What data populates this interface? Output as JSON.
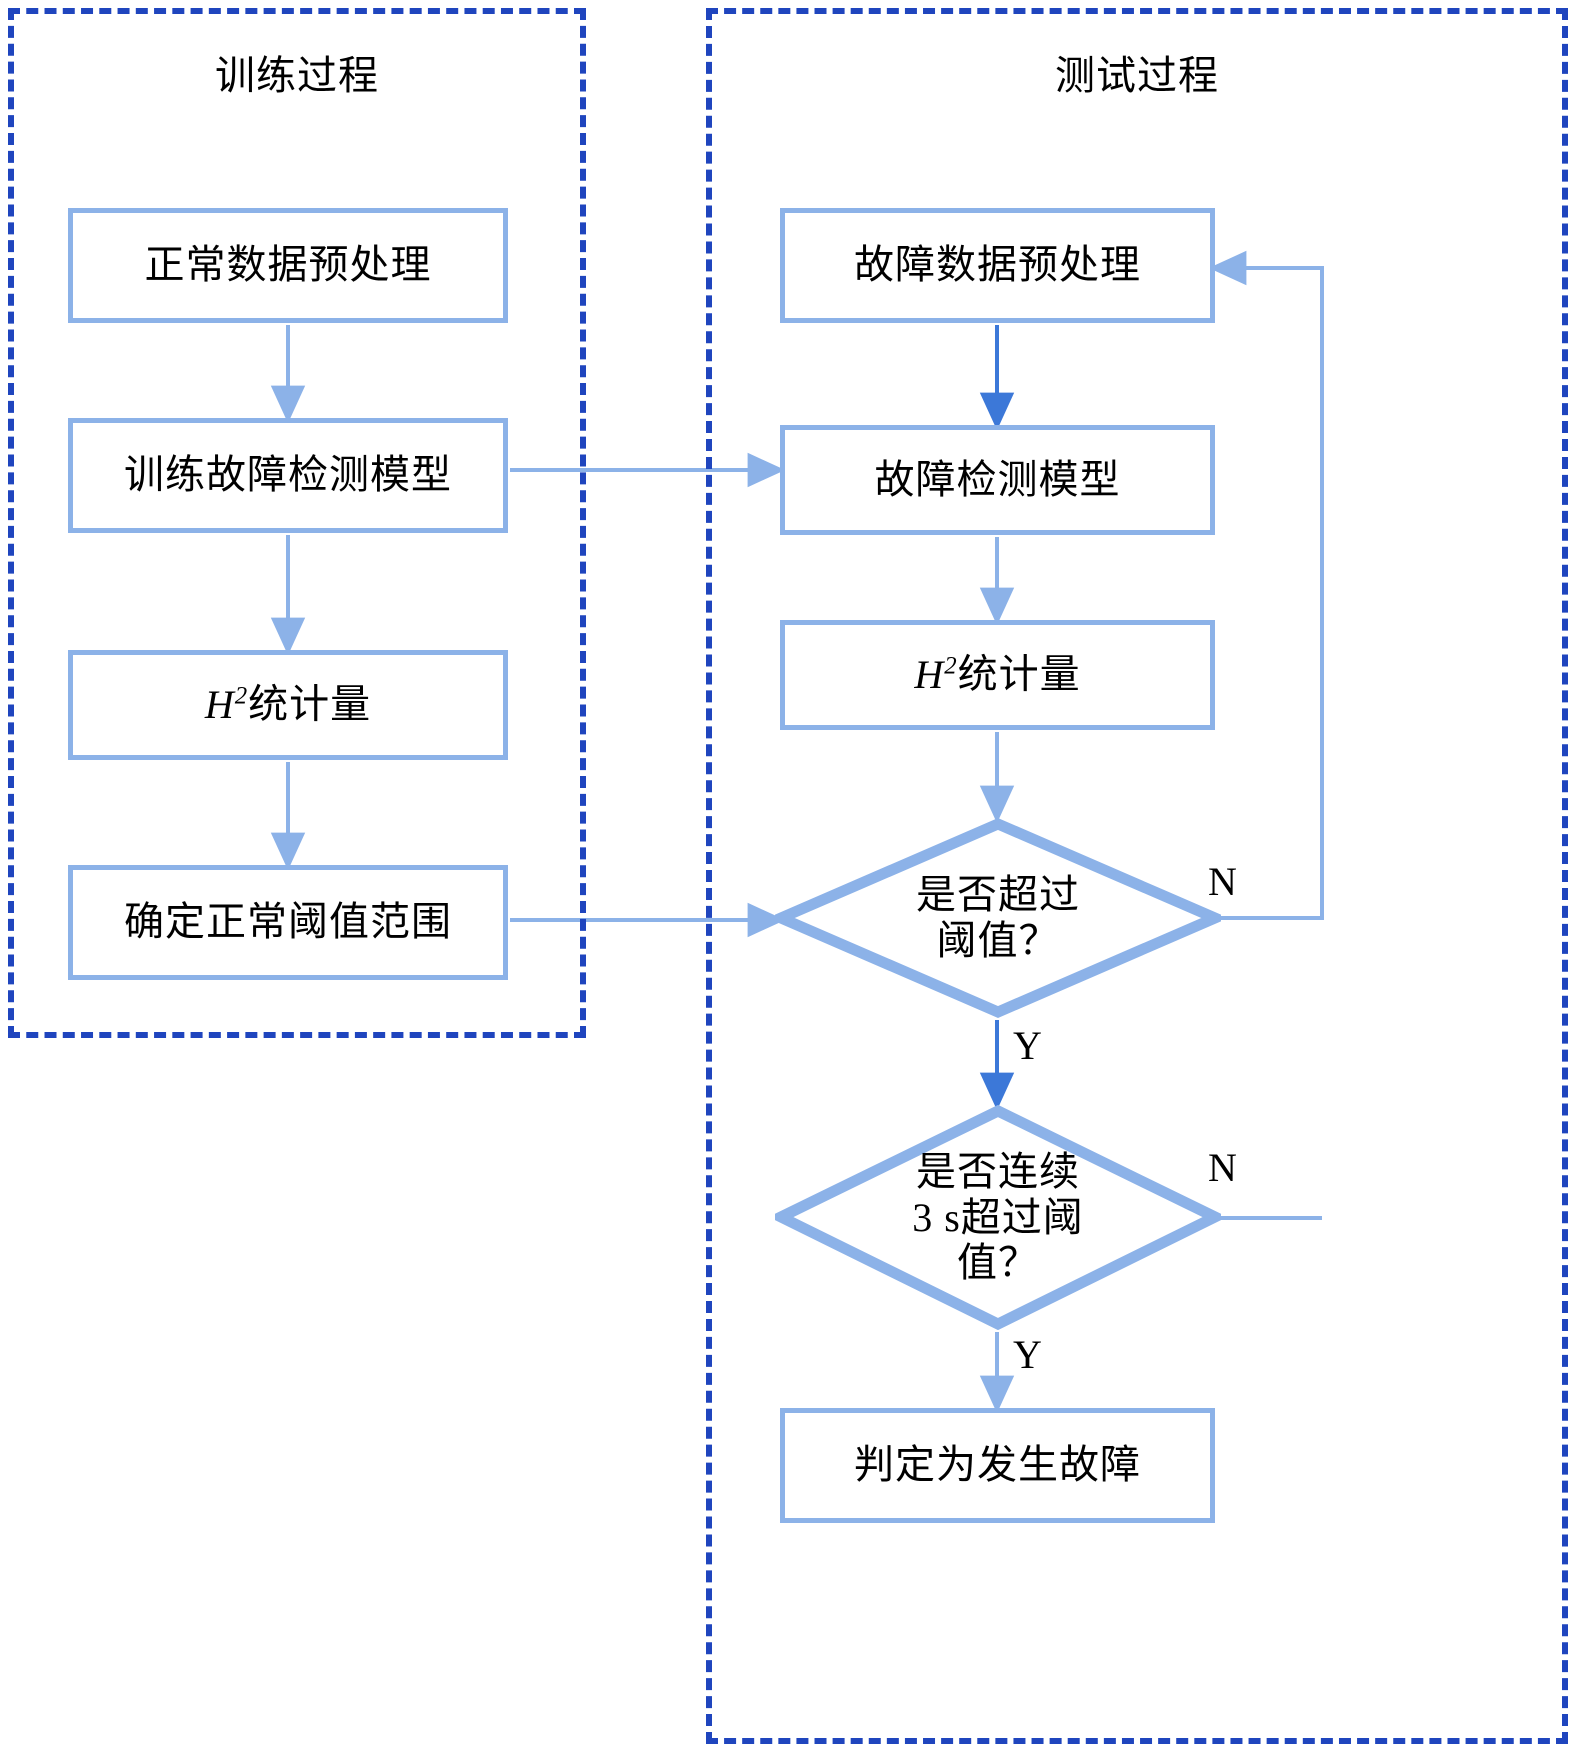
{
  "diagram": {
    "type": "flowchart",
    "panels": [
      {
        "id": "train",
        "title": "训练过程"
      },
      {
        "id": "test",
        "title": "测试过程"
      }
    ],
    "colors": {
      "panel_border": "#1F45BE",
      "node_border": "#8CB2E8",
      "node_fill": "#FFFFFF",
      "connector": "#8CB2E8",
      "text": "#000000"
    },
    "train_nodes": [
      {
        "shape": "process",
        "label": "正常数据预处理"
      },
      {
        "shape": "process",
        "label": "训练故障检测模型"
      },
      {
        "shape": "process",
        "label": "H²统计量",
        "math": {
          "base": "H",
          "sup": "2",
          "tail": "统计量"
        }
      },
      {
        "shape": "process",
        "label": "确定正常阈值范围"
      }
    ],
    "test_nodes": [
      {
        "shape": "process",
        "label": "故障数据预处理"
      },
      {
        "shape": "process",
        "label": "故障检测模型"
      },
      {
        "shape": "process",
        "label": "H²统计量",
        "math": {
          "base": "H",
          "sup": "2",
          "tail": "统计量"
        }
      },
      {
        "shape": "decision",
        "lines": [
          "是否超过",
          "阈值？"
        ]
      },
      {
        "shape": "decision",
        "lines": [
          "是否连续",
          "3 s超过阈",
          "值？"
        ]
      },
      {
        "shape": "process",
        "label": "判定为发生故障"
      }
    ],
    "branch_labels": {
      "decision1_no": "N",
      "decision1_yes": "Y",
      "decision2_no": "N",
      "decision2_yes": "Y"
    }
  }
}
